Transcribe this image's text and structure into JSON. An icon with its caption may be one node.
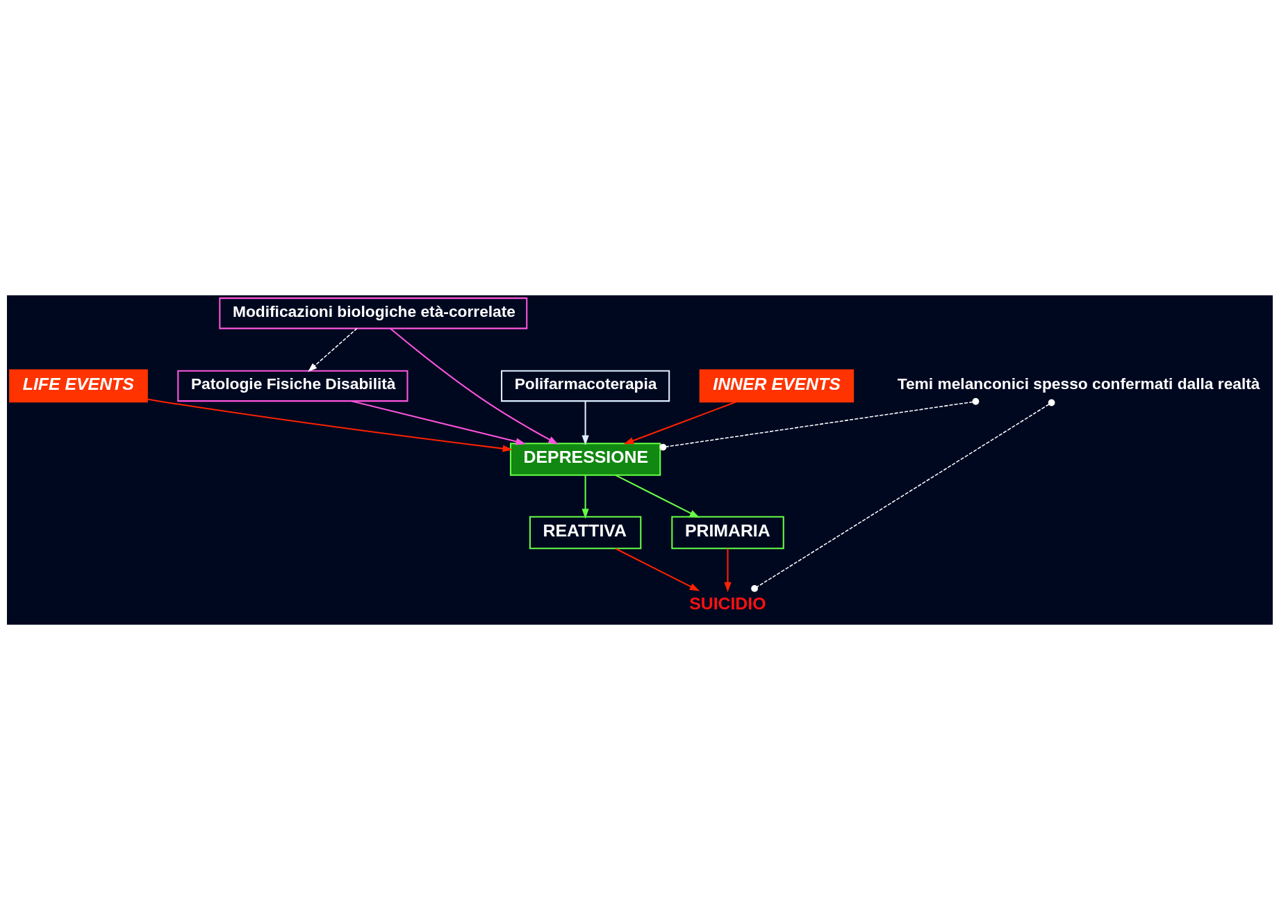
{
  "diagram": {
    "nodes": [
      {
        "text": [
          "Patologie Fisiche Disabilità"
        ]
      },
      {
        "text": [
          "LIFE EVENTS"
        ]
      },
      {
        "text": [
          "REATTIVA"
        ]
      },
      {
        "text": [
          "DEPRESSIONE"
        ]
      },
      {
        "text": [
          "PRIMARIA"
        ]
      },
      {
        "text": [
          "Modificazioni biologiche età-correlate"
        ]
      },
      {
        "text": [
          "Polifarmacoterapia"
        ]
      },
      {
        "text": [
          "SUICIDIO"
        ]
      },
      {
        "text": [
          "INNER EVENTS"
        ]
      },
      {
        "text": [
          "Temi melanconici spesso confermati dalla realtà"
        ]
      }
    ],
    "edges": [
      {
        "from": 0,
        "to": 3,
        "arrow": "to",
        "color": "#ff55dd"
      },
      {
        "from": 1,
        "to": 3,
        "arrow": "to"
      },
      {
        "from": 3,
        "to": 2,
        "arrow": "to",
        "color": "#66ff44"
      },
      {
        "from": 3,
        "to": 4,
        "arrow": "to",
        "color": "#66ff44"
      },
      {
        "from": 2,
        "to": 7,
        "arrow": "to"
      },
      {
        "from": 4,
        "to": 7,
        "arrow": "to"
      },
      {
        "from": 5,
        "to": 3,
        "arrow": "to",
        "color": "#ff55dd"
      },
      {
        "from": 6,
        "to": 3,
        "arrow": "to",
        "color": "#ddeeff"
      },
      {
        "from": 8,
        "to": 3,
        "arrow": "to"
      },
      {
        "from": 5,
        "to": 0,
        "arrow": "to",
        "style": "dashed",
        "color": "#ffffff"
      },
      {
        "from": 9,
        "to": 3,
        "arrow": "other",
        "style": "dashed",
        "color": "#ffffff"
      },
      {
        "from": 9,
        "to": 7,
        "arrow": "other",
        "style": "dashed",
        "color": "#ffffff"
      }
    ]
  }
}
